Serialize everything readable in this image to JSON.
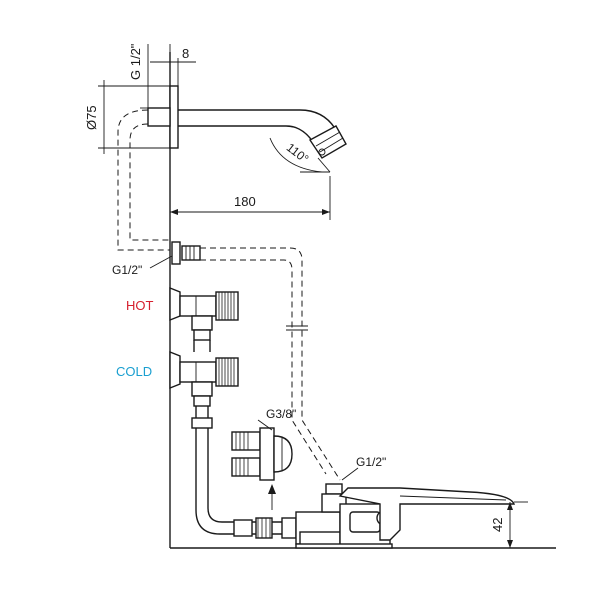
{
  "dimensions": {
    "thread_top": "G 1/2\"",
    "flange_thickness": "8",
    "flange_diameter": "Ø75",
    "spout_angle": "110°",
    "spout_reach": "180",
    "pedal_height": "42"
  },
  "labels": {
    "inlet_thread": "G1/2\"",
    "hot": "HOT",
    "cold": "COLD",
    "flexible_thread": "G3/8\"",
    "pedal_inlet_thread": "G1/2\""
  },
  "colors": {
    "hot": "#d6202e",
    "cold": "#1a9fd0",
    "line": "#1a1a1a"
  }
}
